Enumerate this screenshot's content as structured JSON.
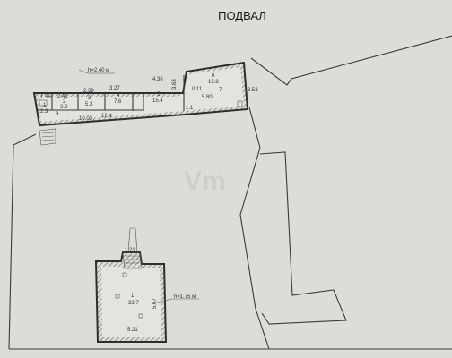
{
  "title": "ПОДВАЛ",
  "watermark": "Vm",
  "ceiling": {
    "upper": "h=2.40 м",
    "lower": "h=1.75 м"
  },
  "upper_rooms": [
    {
      "num": "1",
      "area": "2.3",
      "dim": "1.56"
    },
    {
      "num": "2",
      "area": "2.9",
      "dim": "2.41"
    },
    {
      "num": "3",
      "area": "5.3",
      "dim": "2.39"
    },
    {
      "num": "4",
      "area": "7.6",
      "dim": "3.27"
    },
    {
      "num": "5",
      "area": "15.4",
      "dim": "4.36"
    },
    {
      "num": "6",
      "area": "15.8",
      "dim": "5.80"
    },
    {
      "num": "7",
      "area": "",
      "dim": "0.11"
    }
  ],
  "dims": {
    "corridor_len": "10.03",
    "corridor_label": "8",
    "corridor_area": "12.4",
    "side_a": "1.1",
    "side_b": "3.63",
    "side_c": "3.53",
    "side_d": "1.21",
    "lower_w": "5.21",
    "lower_h": "5.67"
  },
  "lower_room": {
    "num": "1",
    "area": "32.7"
  }
}
